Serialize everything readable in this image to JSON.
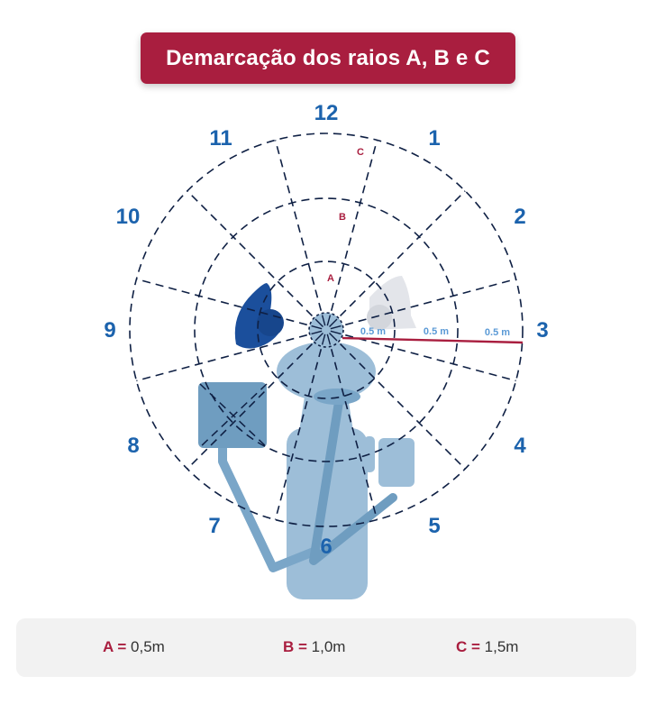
{
  "title": "Demarcação dos raios A, B e C",
  "clock_labels": [
    "12",
    "1",
    "2",
    "3",
    "4",
    "5",
    "6",
    "7",
    "8",
    "9",
    "10",
    "11"
  ],
  "rings": {
    "A": "A",
    "B": "B",
    "C": "C"
  },
  "distance_labels": [
    "0.5 m",
    "0.5 m",
    "0.5 m"
  ],
  "legend": [
    {
      "key": "A =",
      "value": "0,5m"
    },
    {
      "key": "B =",
      "value": "1,0m"
    },
    {
      "key": "C =",
      "value": "1,5m"
    }
  ],
  "colors": {
    "accent": "#a91e3f",
    "clock_numbers": "#1c63ad",
    "dashed_lines": "#0f2044",
    "chair_dentist": "#9dbed8",
    "cabinet": "#6f9dc0",
    "assistant_dark": "#1b4f9c",
    "assistant_light": "#e3e5ea",
    "legend_bg": "#f2f2f2"
  }
}
